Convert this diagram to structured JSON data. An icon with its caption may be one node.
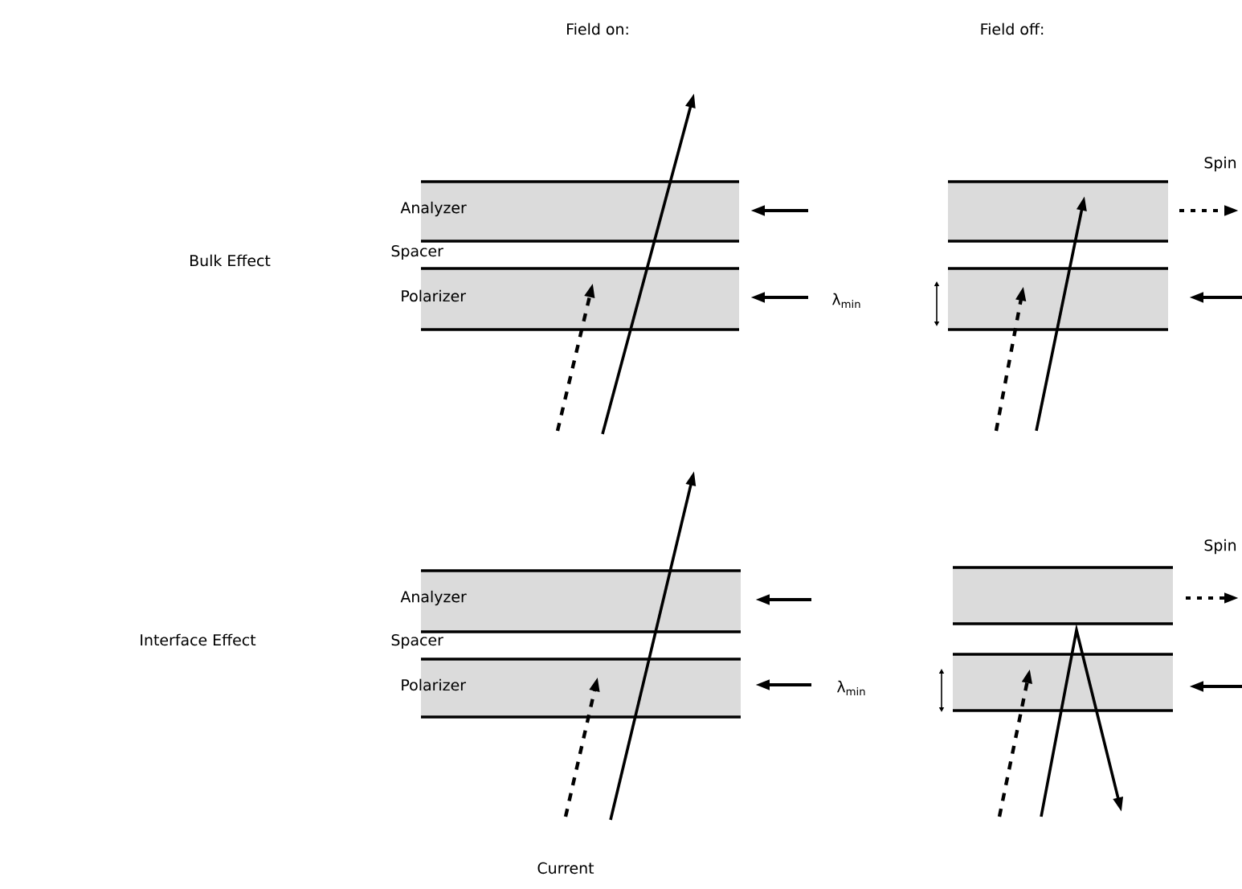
{
  "diagram": {
    "labels": [
      "Field on:",
      "Field off:",
      "Spin",
      "Analyzer",
      "Bulk Effect",
      "Spacer",
      "Polarizer",
      "λ$_{min}$",
      "Spin",
      "Analyzer",
      "Interface Effect",
      "Spacer",
      "Polarizer",
      "λ$_{min}$",
      "Current"
    ]
  }
}
